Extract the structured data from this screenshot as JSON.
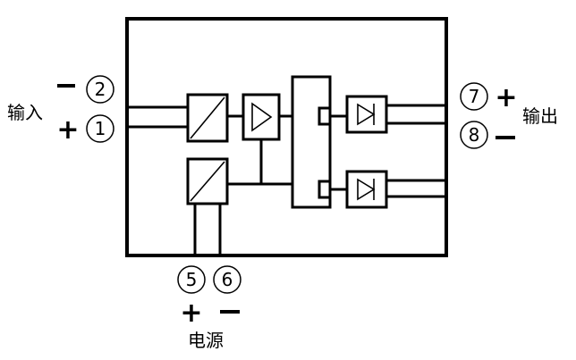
{
  "labels": {
    "input": "输入",
    "output": "输出",
    "power": "电源"
  },
  "pins": {
    "p1": "1",
    "p2": "2",
    "p5": "5",
    "p6": "6",
    "p7": "7",
    "p8": "8"
  },
  "signs": {
    "input_neg": "−",
    "input_pos": "+",
    "output_pos": "+",
    "output_neg": "−",
    "power_pos": "+",
    "power_neg": "−"
  }
}
